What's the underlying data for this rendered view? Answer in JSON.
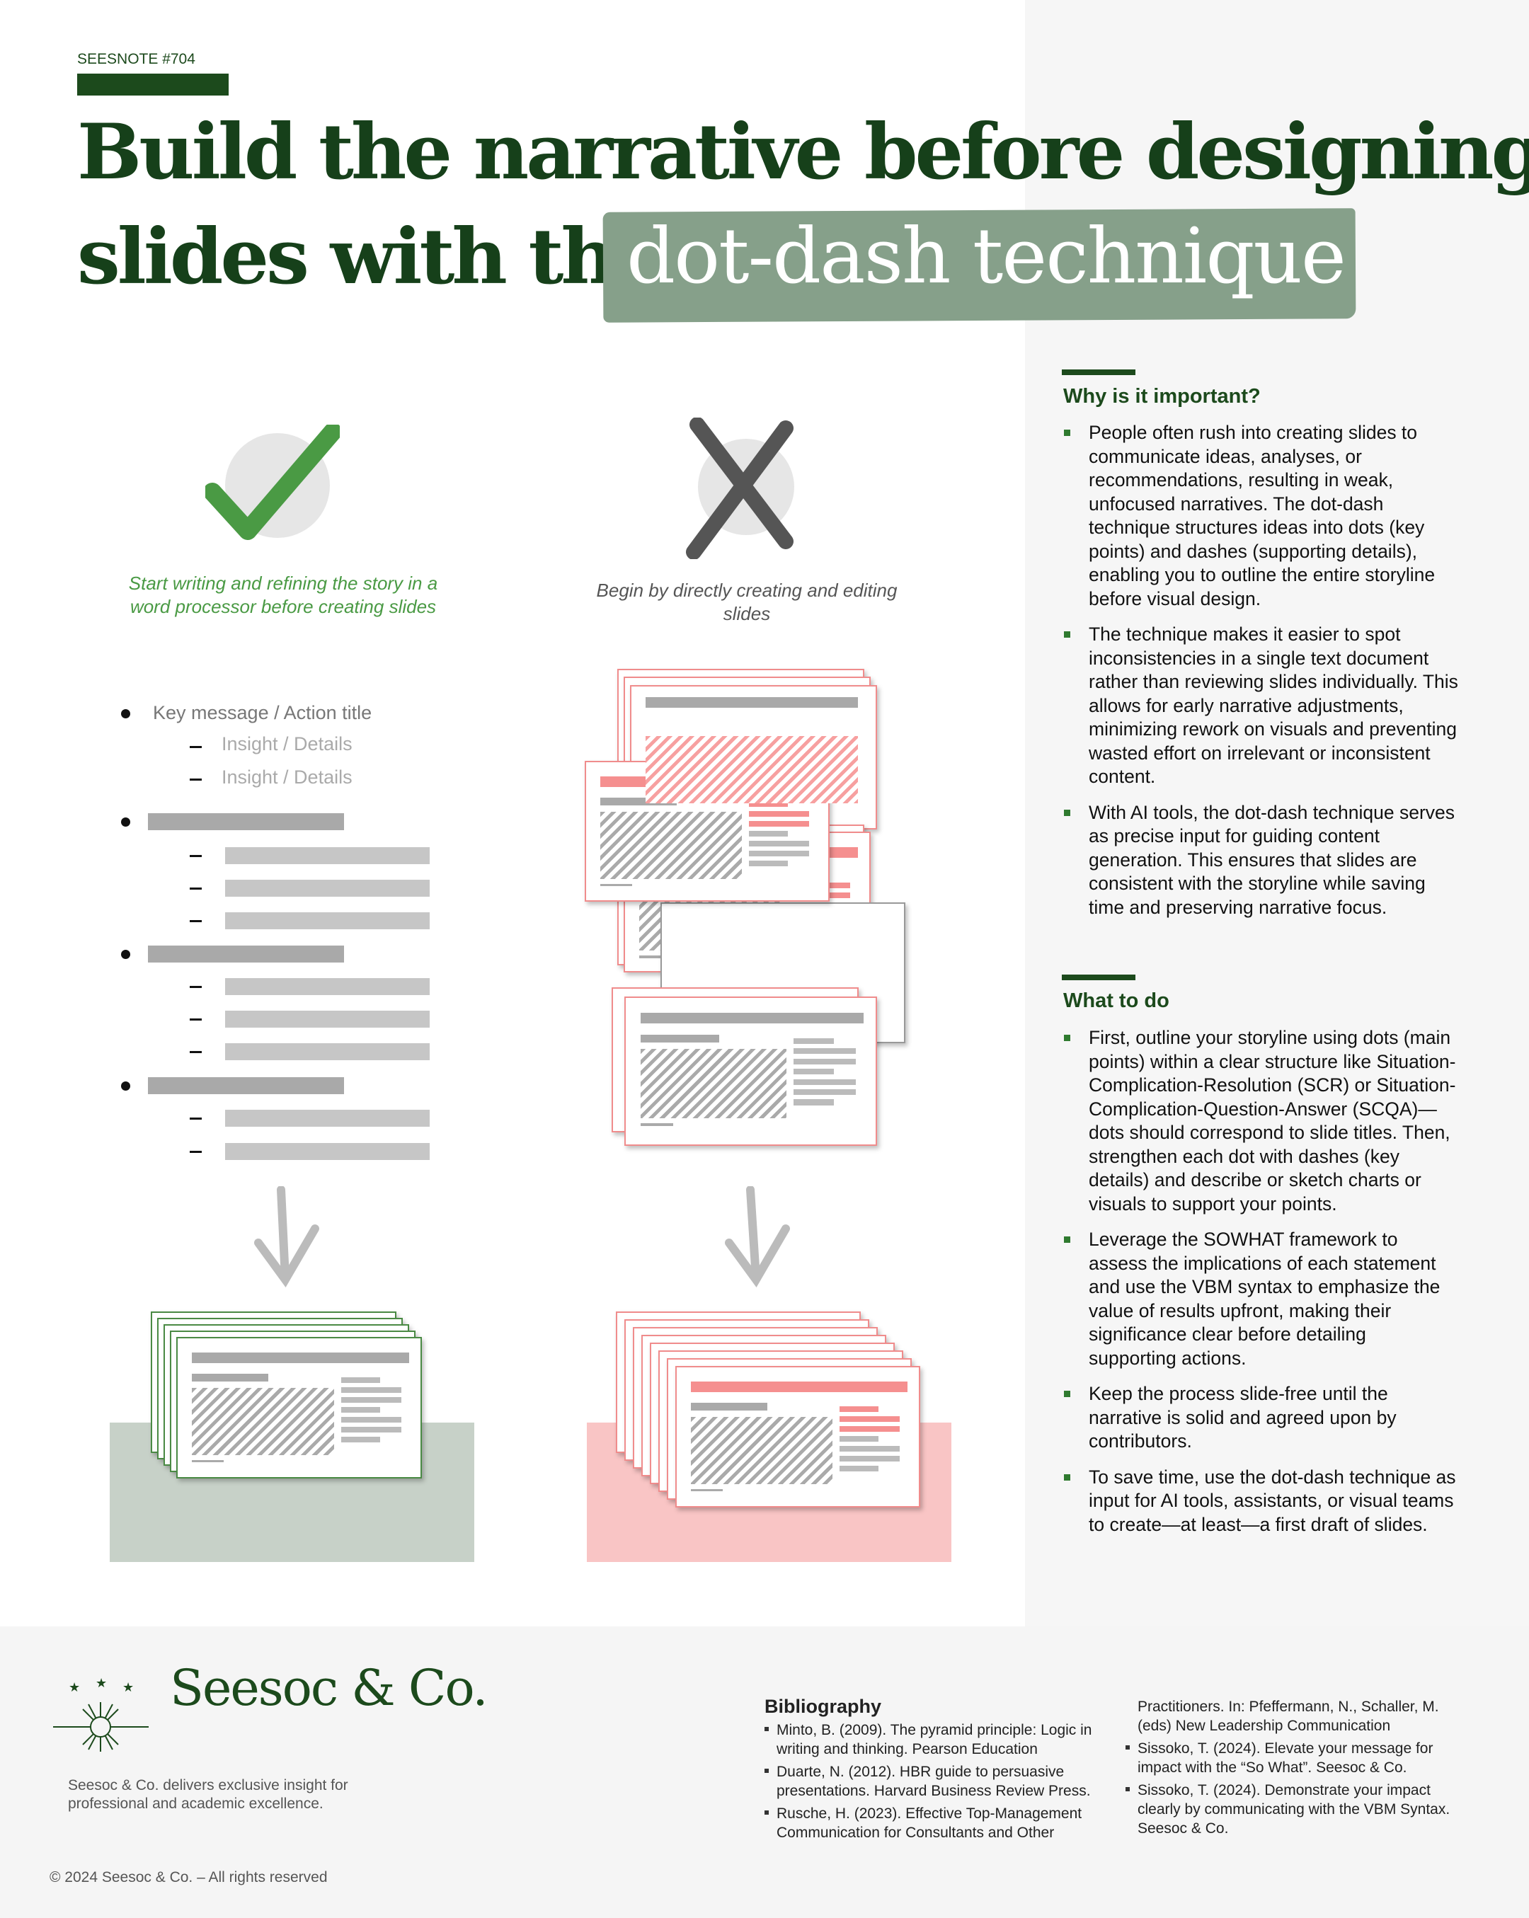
{
  "header": {
    "series": "SEESNOTE #704",
    "title_line1": "Build the narrative before designing",
    "title_line2": "slides with the",
    "title_highlight": "dot-dash technique"
  },
  "left": {
    "icon": "check-icon",
    "caption": "Start writing and refining the story in a word processor before creating slides",
    "outline": {
      "key_message": "Key message / Action title",
      "insight1": "Insight / Details",
      "insight2": "Insight / Details"
    }
  },
  "middle": {
    "icon": "x-icon",
    "caption": "Begin by directly creating and editing slides"
  },
  "why": {
    "heading": "Why is it important?",
    "bullets": [
      "People often rush into creating slides to communicate ideas, analyses, or recommendations, resulting in weak, unfocused narratives. The dot-dash technique structures ideas into dots (key points) and dashes (supporting details), enabling you to outline the entire storyline before visual design.",
      "The technique makes it easier to spot inconsistencies in a single text document rather than reviewing slides individually. This allows for early narrative adjustments, minimizing rework on visuals and preventing wasted effort on irrelevant or inconsistent content.",
      "With AI tools, the dot-dash technique serves as precise input for guiding content generation. This ensures that slides are consistent with the storyline while saving time and preserving narrative focus."
    ]
  },
  "todo": {
    "heading": "What to do",
    "bullets": [
      "First, outline your storyline using dots (main points) within a clear structure like Situation-Complication-Resolution (SCR) or Situation-Complication-Question-Answer (SCQA)—dots should correspond to slide titles. Then, strengthen each dot with dashes (key details) and describe or sketch charts or visuals to support your points.",
      "Leverage the SOWHAT framework to assess the implications of each statement and use the VBM syntax to emphasize the value of results upfront, making their significance clear before detailing supporting actions.",
      "Keep the process slide-free until the narrative is solid and agreed upon by contributors.",
      "To save time, use the dot-dash technique as input for AI tools, assistants, or visual teams to create—at least—a first draft of slides."
    ]
  },
  "footer": {
    "brand": "Seesoc & Co.",
    "tagline": "Seesoc & Co. delivers exclusive insight for professional and academic excellence.",
    "copyright": "© 2024 Seesoc & Co. – All rights reserved",
    "bibliography": {
      "heading": "Bibliography",
      "col1": [
        "Minto, B. (2009). The pyramid principle: Logic in writing and thinking. Pearson Education",
        "Duarte, N. (2012). HBR guide to persuasive presentations. Harvard Business Review Press.",
        "Rusche, H. (2023). Effective Top-Management Communication for Consultants and Other"
      ],
      "col2_continuation": "Practitioners. In: Pfeffermann, N., Schaller, M. (eds) New Leadership Communication",
      "col2": [
        "Sissoko, T. (2024). Elevate your message for impact with the “So What”. Seesoc & Co.",
        "Sissoko, T. (2024). Demonstrate your impact clearly by communicating with the VBM Syntax. Seesoc & Co."
      ]
    }
  },
  "colors": {
    "brand_green": "#1c4a1c",
    "accent_green": "#4a9a44",
    "highlight": "#86a08a",
    "pink": "#f08c8c"
  }
}
